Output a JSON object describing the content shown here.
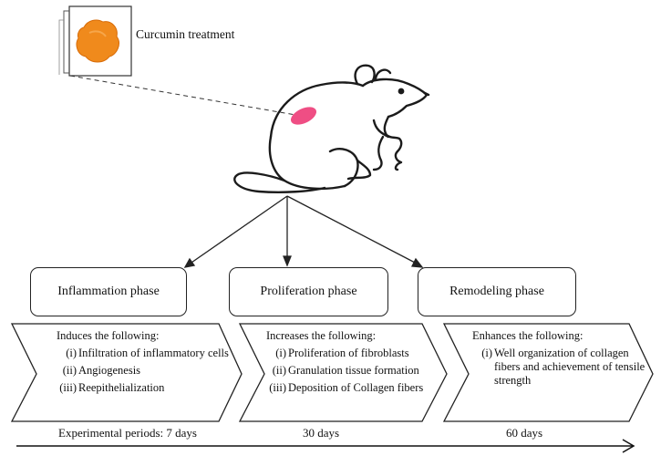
{
  "curcumin_label": "Curcumin treatment",
  "phases": [
    {
      "title": "Inflammation phase",
      "heading": "Induces the following:",
      "items": [
        {
          "num": "(i)",
          "text": "Infiltration of inflammatory cells"
        },
        {
          "num": "(ii)",
          "text": "Angiogenesis"
        },
        {
          "num": "(iii)",
          "text": "Reepithelialization"
        }
      ]
    },
    {
      "title": "Proliferation phase",
      "heading": "Increases the following:",
      "items": [
        {
          "num": "(i)",
          "text": "Proliferation of fibroblasts"
        },
        {
          "num": "(ii)",
          "text": "Granulation tissue formation"
        },
        {
          "num": "(iii)",
          "text": "Deposition of Collagen fibers"
        }
      ]
    },
    {
      "title": "Remodeling phase",
      "heading": "Enhances the following:",
      "items": [
        {
          "num": "(i)",
          "text": "Well organization of collagen fibers and achievement of tensile strength"
        }
      ]
    }
  ],
  "timeline": {
    "periods": [
      "Experimental periods: 7 days",
      "30 days",
      "60 days"
    ]
  },
  "colors": {
    "curcumin": "#f08a1c",
    "wound": "#ee3f7a",
    "line": "#222222"
  }
}
